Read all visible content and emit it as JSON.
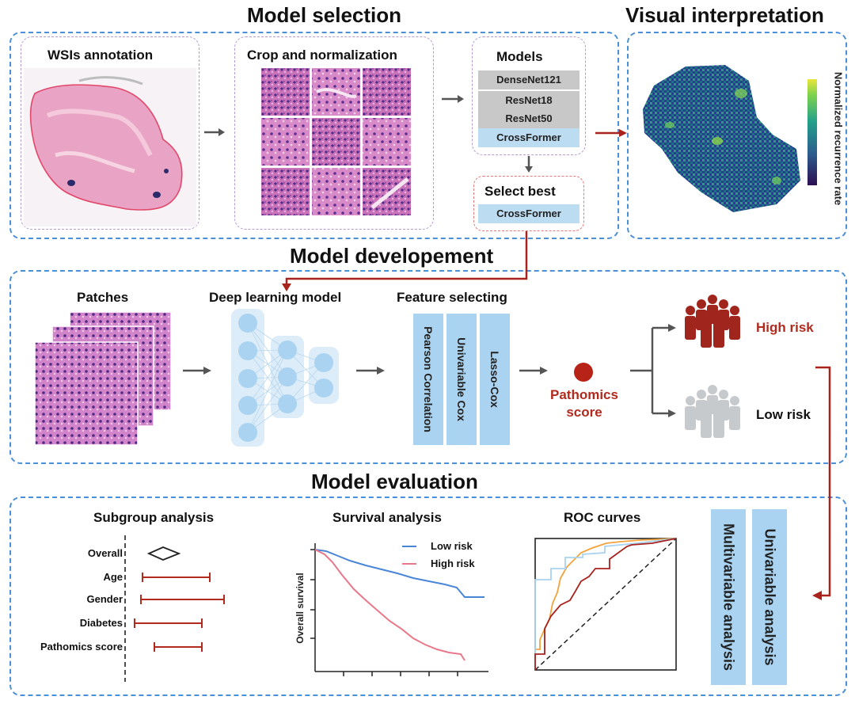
{
  "sections": {
    "model_selection": "Model selection",
    "visual_interpretation": "Visual interpretation",
    "model_development": "Model developement",
    "model_evaluation": "Model evaluation"
  },
  "selection": {
    "wsis_annotation": "WSIs annotation",
    "crop_normalization": "Crop and normalization",
    "models_title": "Models",
    "models": [
      "DenseNet121",
      "ResNet18",
      "ResNet50",
      "CrossFormer"
    ],
    "select_best_title": "Select best",
    "best_model": "CrossFormer"
  },
  "visual": {
    "colorbar_label": "Normalized recurrence rate"
  },
  "development": {
    "patches": "Patches",
    "dl_model": "Deep learning model",
    "feature_selecting": "Feature selecting",
    "features": [
      "Pearson Correlation",
      "Univariable Cox",
      "Lasso-Cox"
    ],
    "pathomics_score": [
      "Pathomics",
      "score"
    ],
    "high_risk": "High risk",
    "low_risk": "Low risk"
  },
  "evaluation": {
    "subgroup_title": "Subgroup analysis",
    "subgroup_labels": [
      "Overall",
      "Age",
      "Gender",
      "Diabetes",
      "Pathomics score"
    ],
    "survival_title": "Survival analysis",
    "survival_ylabel": "Overall survival",
    "legend_low": "Low risk",
    "legend_high": "High risk",
    "roc_title": "ROC curves",
    "analyses": [
      "Multivariable analysis",
      "Univariable analysis"
    ]
  },
  "colors": {
    "dashed_border": "#4a90d9",
    "arrow_red": "#a8221e",
    "arrow_gray": "#555555",
    "feature_bar": "#a9d3f0",
    "low_risk_curve": "#4a86d8",
    "high_risk_curve": "#e8788a",
    "high_risk_people": "#a0251d",
    "low_risk_people": "#c6cacc"
  }
}
